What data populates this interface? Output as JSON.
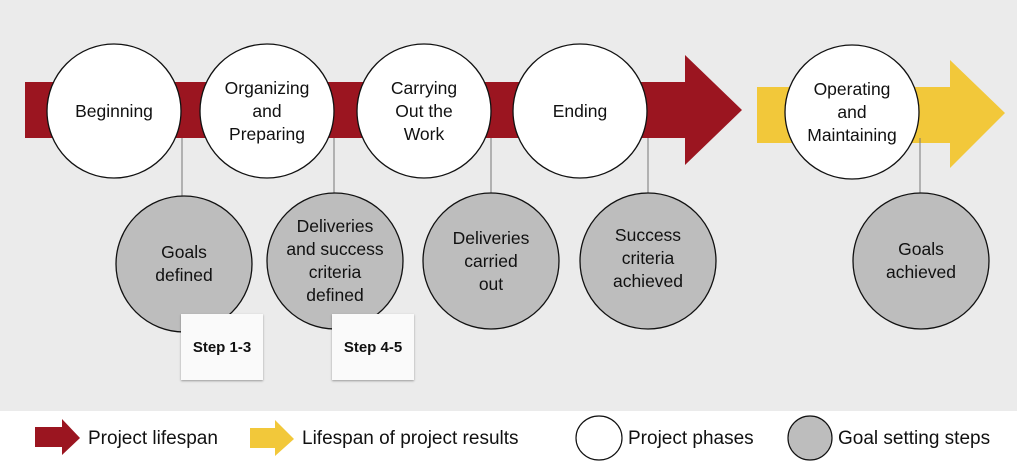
{
  "colors": {
    "project_lifespan": "#9b1520",
    "results_lifespan": "#f2c83a",
    "phase_fill": "#ffffff",
    "goal_fill": "#bdbdbd",
    "panel_bg": "#ebebeb"
  },
  "phases": [
    {
      "label": "Beginning"
    },
    {
      "label": "Organizing\nand\nPreparing"
    },
    {
      "label": "Carrying\nOut the\nWork"
    },
    {
      "label": "Ending"
    },
    {
      "label": "Operating\nand\nMaintaining"
    }
  ],
  "goals": [
    {
      "label": "Goals\ndefined",
      "note": "Step 1-3"
    },
    {
      "label": "Deliveries\nand success\ncriteria\ndefined",
      "note": "Step 4-5"
    },
    {
      "label": "Deliveries\ncarried\nout"
    },
    {
      "label": "Success\ncriteria\nachieved"
    },
    {
      "label": "Goals\nachieved"
    }
  ],
  "legend": {
    "project_lifespan": "Project lifespan",
    "results_lifespan": "Lifespan of project results",
    "project_phases": "Project phases",
    "goal_steps": "Goal setting steps"
  }
}
